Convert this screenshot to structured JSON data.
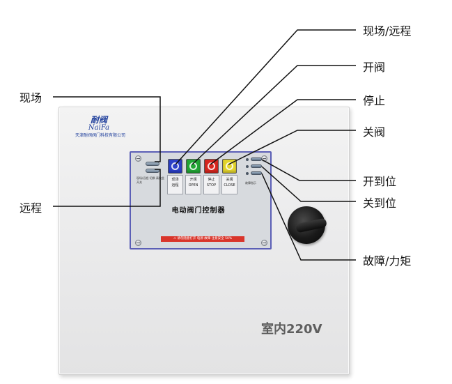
{
  "enclosure": {
    "brand_mark": "耐阀",
    "brand_latin": "NaiFa",
    "company_name": "天津耐阀阀门科技有限公司",
    "model_text": "室内220V"
  },
  "panel": {
    "title": "电动阀门控制器",
    "left_note": "现场/远程 切换 请按此开关",
    "right_note": "故障指示",
    "warning": "⚠ 请勿随意打开 电源 故障 注意安全 50%"
  },
  "buttons": [
    {
      "label_top": "现场",
      "label_bottom": "远程",
      "color": "#2c40c8"
    },
    {
      "label_top": "开阀",
      "label_bottom": "OPEN",
      "color": "#23a736"
    },
    {
      "label_top": "停止",
      "label_bottom": "STOP",
      "color": "#d8261f"
    },
    {
      "label_top": "关阀",
      "label_bottom": "CLOSE",
      "color": "#e4d52d"
    }
  ],
  "callouts": {
    "local": "现场",
    "remote": "远程",
    "local_remote": "现场/远程",
    "open_valve": "开阀",
    "stop": "停止",
    "close_valve": "关阀",
    "open_limit": "开到位",
    "close_limit": "关到位",
    "fault_torque": "故障/力矩"
  }
}
